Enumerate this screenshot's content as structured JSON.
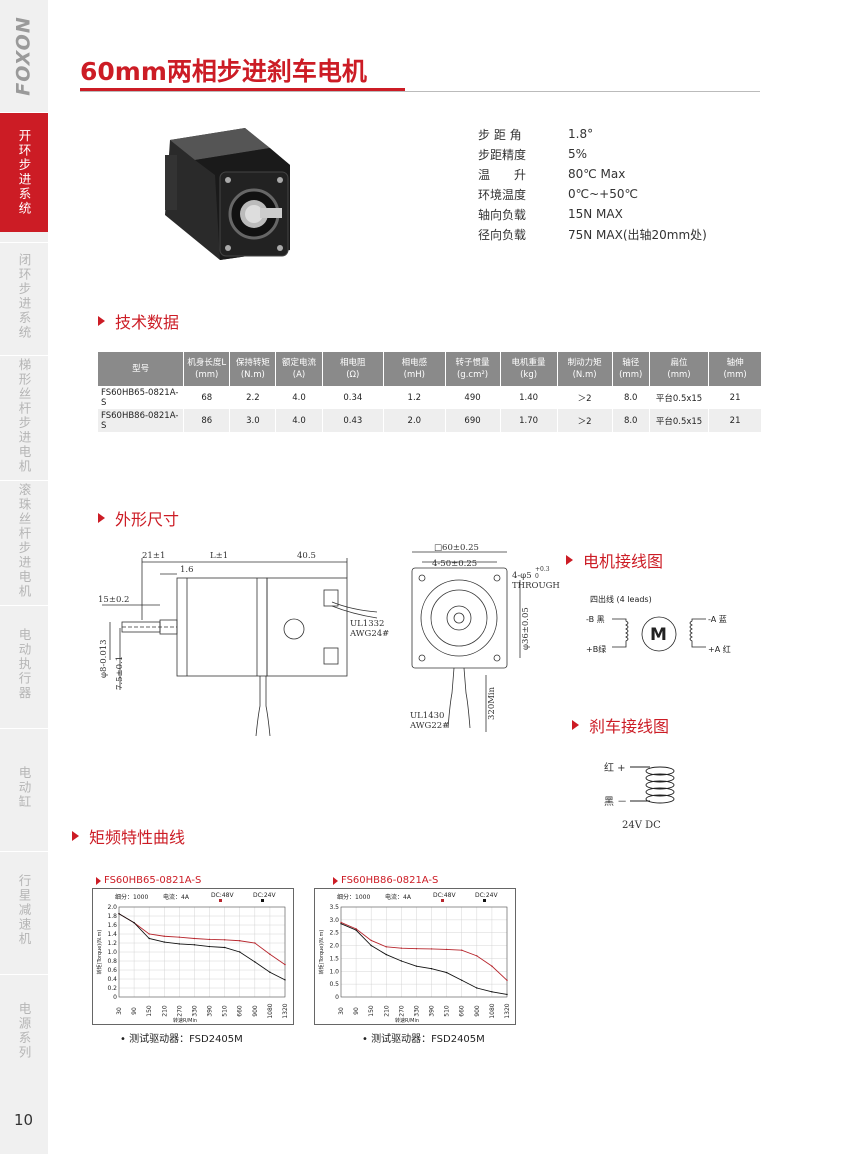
{
  "sidebar": {
    "brand": "FOXON",
    "items": [
      {
        "label": "开环步进系统",
        "active": true
      },
      {
        "label": "闭环步进系统",
        "active": false
      },
      {
        "label": "梯形丝杆步进电机",
        "active": false
      },
      {
        "label": "滚珠丝杆步进电机",
        "active": false
      },
      {
        "label": "电动执行器",
        "active": false
      },
      {
        "label": "电动缸",
        "active": false
      },
      {
        "label": "行星减速机",
        "active": false
      },
      {
        "label": "电源系列",
        "active": false
      }
    ],
    "page_number": "10"
  },
  "header": {
    "title": "60mm两相步进刹车电机"
  },
  "specs": [
    {
      "label": "步 距 角",
      "value": "1.8°"
    },
    {
      "label": "步距精度",
      "value": "5%"
    },
    {
      "label": "温　　升",
      "value": "80℃ Max"
    },
    {
      "label": "环境温度",
      "value": "0℃~+50℃"
    },
    {
      "label": "轴向负载",
      "value": "15N MAX"
    },
    {
      "label": "径向负载",
      "value": "75N MAX(出轴20mm处)"
    }
  ],
  "sections": {
    "tech_data": "技术数据",
    "dimensions": "外形尺寸",
    "motor_wiring": "电机接线图",
    "brake_wiring": "刹车接线图",
    "torque_curves": "矩频特性曲线"
  },
  "table": {
    "headers": [
      [
        "型号",
        ""
      ],
      [
        "机身长度L",
        "(mm)"
      ],
      [
        "保持转矩",
        "(N.m)"
      ],
      [
        "额定电流",
        "(A)"
      ],
      [
        "相电阻",
        "(Ω)"
      ],
      [
        "相电感",
        "(mH)"
      ],
      [
        "转子惯量",
        "(g.cm²)"
      ],
      [
        "电机重量",
        "(kg)"
      ],
      [
        "制动力矩",
        "(N.m)"
      ],
      [
        "轴径",
        "(mm)"
      ],
      [
        "扁位",
        "(mm)"
      ],
      [
        "轴伸",
        "(mm)"
      ]
    ],
    "rows": [
      [
        "FS60HB65-0821A-S",
        "68",
        "2.2",
        "4.0",
        "0.34",
        "1.2",
        "490",
        "1.40",
        "＞2",
        "8.0",
        "平台0.5x15",
        "21"
      ],
      [
        "FS60HB86-0821A-S",
        "86",
        "3.0",
        "4.0",
        "0.43",
        "2.0",
        "690",
        "1.70",
        "＞2",
        "8.0",
        "平台0.5x15",
        "21"
      ]
    ]
  },
  "dimensions": {
    "d_21": "21±1",
    "d_L": "L±1",
    "d_40": "40.5",
    "d_16": "1.6",
    "d_15": "15±0.2",
    "d_8": "φ8-0.013",
    "d_75": "7.5±0.1",
    "d_ul1332": "UL1332",
    "d_awg24": "AWG24#",
    "d_sq60": "□60±0.25",
    "d_450": "4-50±0.25",
    "d_holes": "4-φ5",
    "d_holes_tol": "+0.3",
    "d_holes_tol2": "0",
    "d_through": "THROUGH",
    "d_36": "φ36±0.05",
    "d_ul1430": "UL1430",
    "d_awg22": "AWG22#",
    "d_320": "320Min"
  },
  "motor_wiring": {
    "title": "四出线 (4 leads)",
    "b_minus": "-B 黑",
    "b_plus": "+B绿",
    "a_minus": "-A 蓝",
    "a_plus": "+A 红",
    "motor": "M"
  },
  "brake_wiring": {
    "red": "红 +",
    "black": "黑 －",
    "voltage": "24V DC"
  },
  "charts": [
    {
      "title": "FS60HB65-0821A-S",
      "info_subdiv": "细分：1000",
      "info_current": "电流：4A",
      "legend_48": "DC:48V",
      "legend_24": "DC:24V",
      "ylabel": "转矩(Torque)(N.m)",
      "xlabel": "转速R/Min",
      "note": "• 测试驱动器：FSD2405M",
      "chart_data": {
        "type": "line",
        "categories": [
          "30",
          "90",
          "150",
          "210",
          "270",
          "330",
          "390",
          "510",
          "660",
          "900",
          "1080",
          "1320"
        ],
        "ylim": [
          0,
          2.0
        ],
        "yticks": [
          "0",
          "0.2",
          "0.4",
          "0.6",
          "0.8",
          "1.0",
          "1.2",
          "1.4",
          "1.6",
          "1.8",
          "2.0"
        ],
        "series": [
          {
            "name": "DC:48V",
            "color": "#b7262d",
            "values": [
              1.85,
              1.65,
              1.4,
              1.35,
              1.33,
              1.3,
              1.28,
              1.27,
              1.25,
              1.2,
              0.95,
              0.72
            ]
          },
          {
            "name": "DC:24V",
            "color": "#111111",
            "values": [
              1.85,
              1.65,
              1.3,
              1.22,
              1.18,
              1.16,
              1.12,
              1.1,
              1.0,
              0.78,
              0.55,
              0.38
            ]
          }
        ]
      }
    },
    {
      "title": "FS60HB86-0821A-S",
      "info_subdiv": "细分：1000",
      "info_current": "电流：4A",
      "legend_48": "DC:48V",
      "legend_24": "DC:24V",
      "ylabel": "转矩(Torque)(N.m)",
      "xlabel": "转速R/Min",
      "note": "• 测试驱动器：FSD2405M",
      "chart_data": {
        "type": "line",
        "categories": [
          "30",
          "90",
          "150",
          "210",
          "270",
          "330",
          "390",
          "510",
          "660",
          "900",
          "1080",
          "1320"
        ],
        "ylim": [
          0,
          3.5
        ],
        "yticks": [
          "0",
          "0.5",
          "1.0",
          "1.5",
          "2.0",
          "2.5",
          "3.0",
          "3.5"
        ],
        "series": [
          {
            "name": "DC:48V",
            "color": "#b7262d",
            "values": [
              2.9,
              2.65,
              2.2,
              1.95,
              1.9,
              1.88,
              1.87,
              1.85,
              1.82,
              1.6,
              1.2,
              0.65
            ]
          },
          {
            "name": "DC:24V",
            "color": "#111111",
            "values": [
              2.85,
              2.6,
              2.0,
              1.65,
              1.4,
              1.2,
              1.1,
              0.95,
              0.65,
              0.35,
              0.2,
              0.1
            ]
          }
        ]
      }
    }
  ]
}
